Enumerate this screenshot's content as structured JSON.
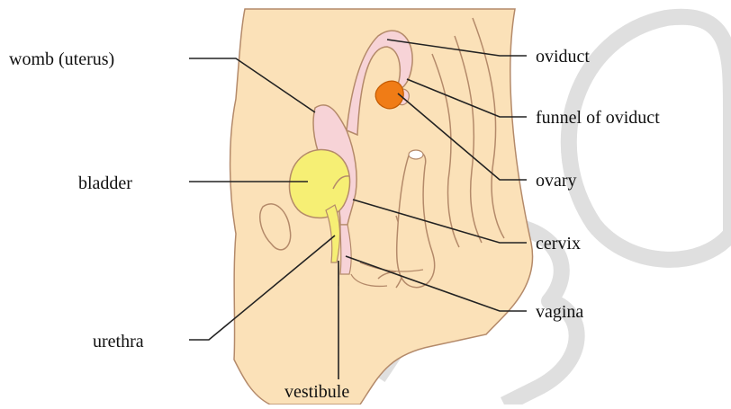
{
  "diagram": {
    "labels": {
      "womb": "womb (uterus)",
      "bladder": "bladder",
      "urethra": "urethra",
      "vestibule": "vestibule",
      "oviduct": "oviduct",
      "funnel": "funnel of oviduct",
      "ovary": "ovary",
      "cervix": "cervix",
      "vagina": "vagina"
    },
    "watermark": "BO",
    "colors": {
      "skin": "#fbe1b8",
      "skin_stroke": "#b48a6a",
      "reproductive": "#f7d3d7",
      "bladder": "#f6ef74",
      "ovary": "#f07c16",
      "leader": "#222222",
      "watermark": "#dcdcdc"
    }
  }
}
